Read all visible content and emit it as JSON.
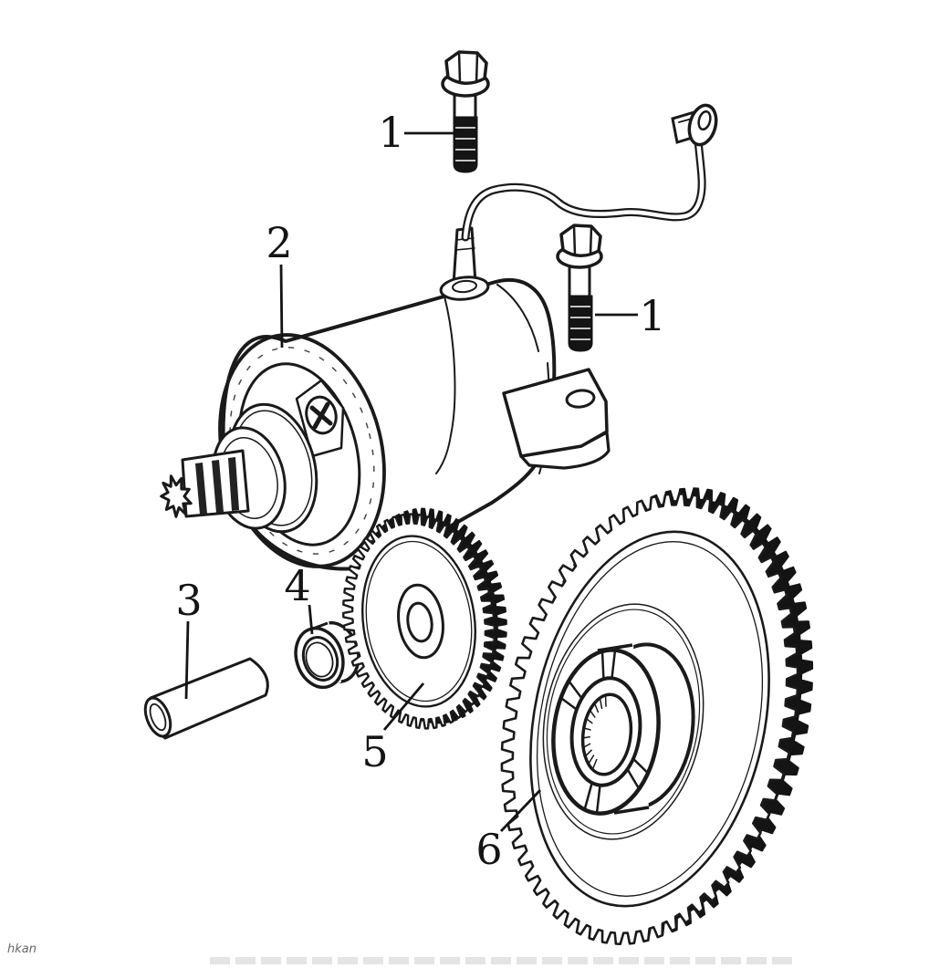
{
  "figure": {
    "type": "exploded-parts-diagram",
    "subject": "starter-motor-and-clutch-gear-assembly",
    "callouts": [
      {
        "label": "1",
        "part": "flange-bolt-upper"
      },
      {
        "label": "1",
        "part": "flange-bolt-lower"
      },
      {
        "label": "2",
        "part": "starter-motor"
      },
      {
        "label": "3",
        "part": "dowel-pin"
      },
      {
        "label": "4",
        "part": "bushing"
      },
      {
        "label": "5",
        "part": "idler-gear"
      },
      {
        "label": "6",
        "part": "starter-clutch-ring-gear"
      }
    ],
    "watermark": "hkan"
  },
  "colors": {
    "ink": "#1a1a1a",
    "background": "#ffffff",
    "thread_fill": "#141414",
    "watermark_gray": "#666666",
    "faint_band": "#e4e4e4"
  }
}
